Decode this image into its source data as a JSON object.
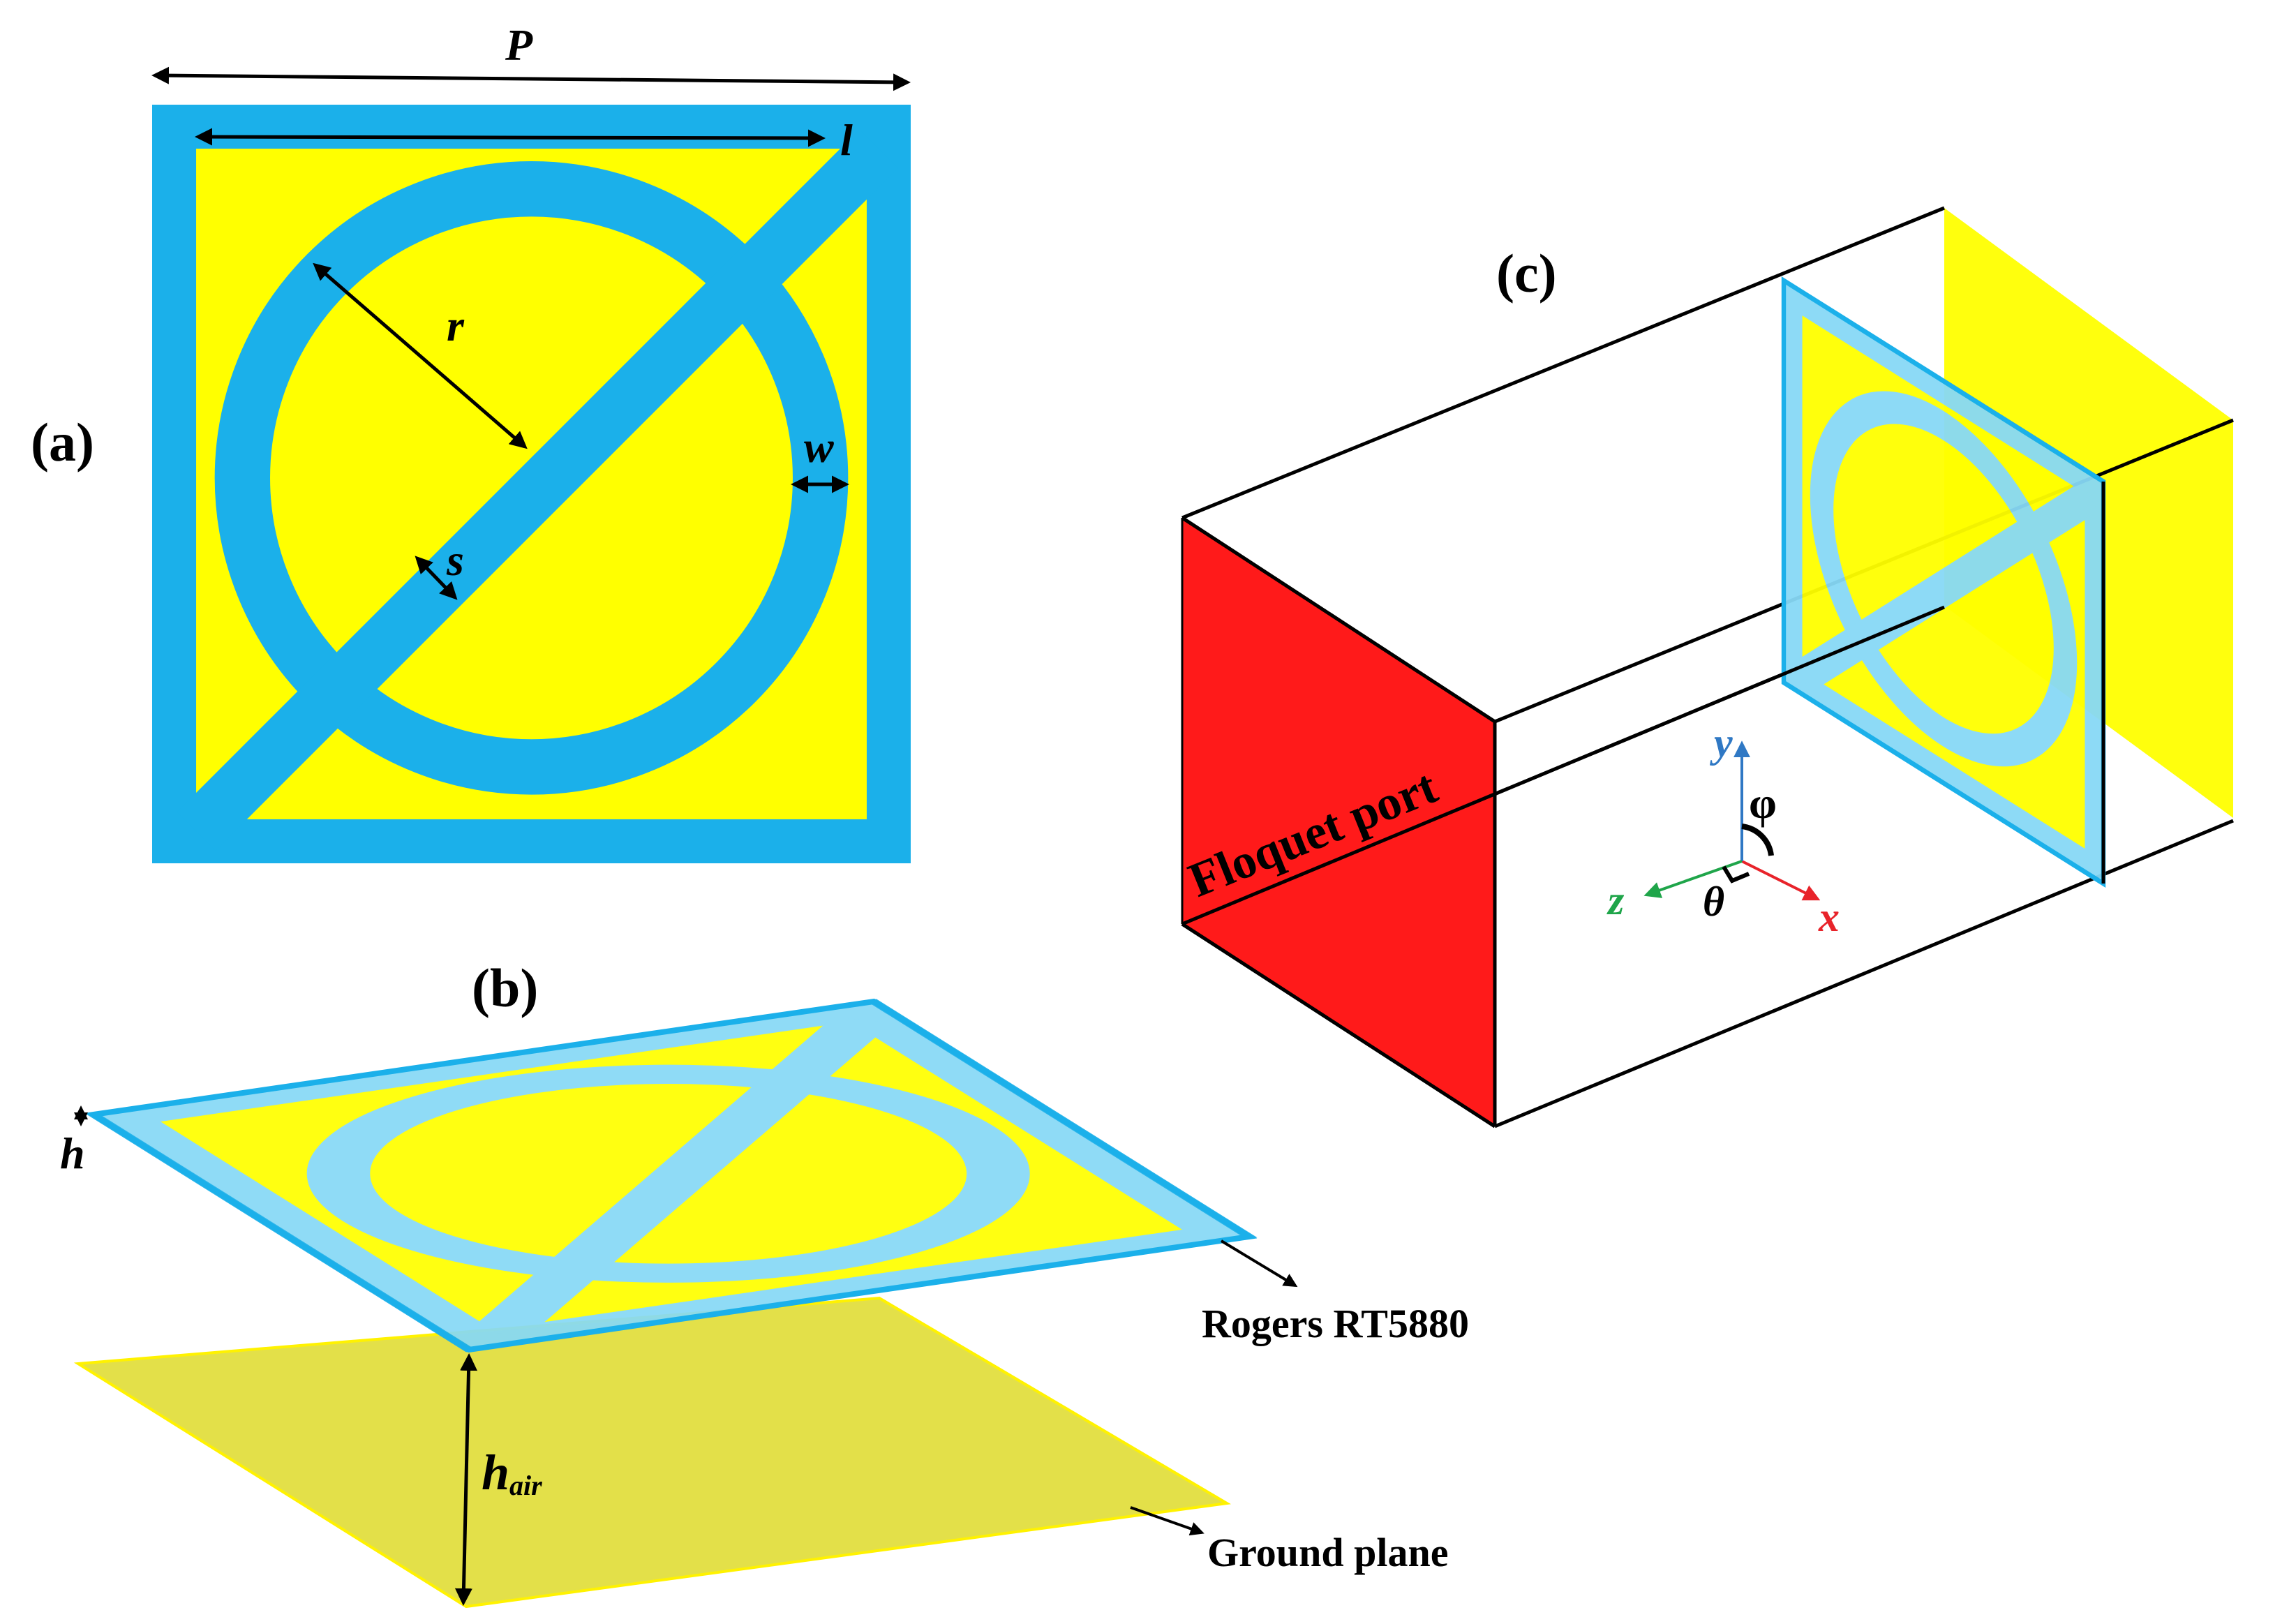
{
  "panels": {
    "a": {
      "label": "(a)",
      "dims": {
        "period": "P",
        "length": "l",
        "radius": "r",
        "width": "w",
        "gap": "s"
      }
    },
    "b": {
      "label": "(b)",
      "dims": {
        "thickness": "h",
        "air_gap": "h",
        "air_gap_sub": "air"
      },
      "annotations": {
        "substrate": "Rogers RT5880",
        "ground": "Ground plane"
      }
    },
    "c": {
      "label": "(c)",
      "port": "Floquet port",
      "axes": {
        "x": "x",
        "y": "y",
        "z": "z"
      },
      "angles": {
        "theta": "θ",
        "phi": "φ"
      }
    }
  },
  "colors": {
    "metal": "#FFFF00",
    "substrate": "#1BB0EA",
    "substrate_light": "#87D9F6",
    "ground": "#E3E049",
    "port": "#FF1A1A",
    "axis_x": "#E8232A",
    "axis_y": "#2F78C4",
    "axis_z": "#1FA54A"
  }
}
